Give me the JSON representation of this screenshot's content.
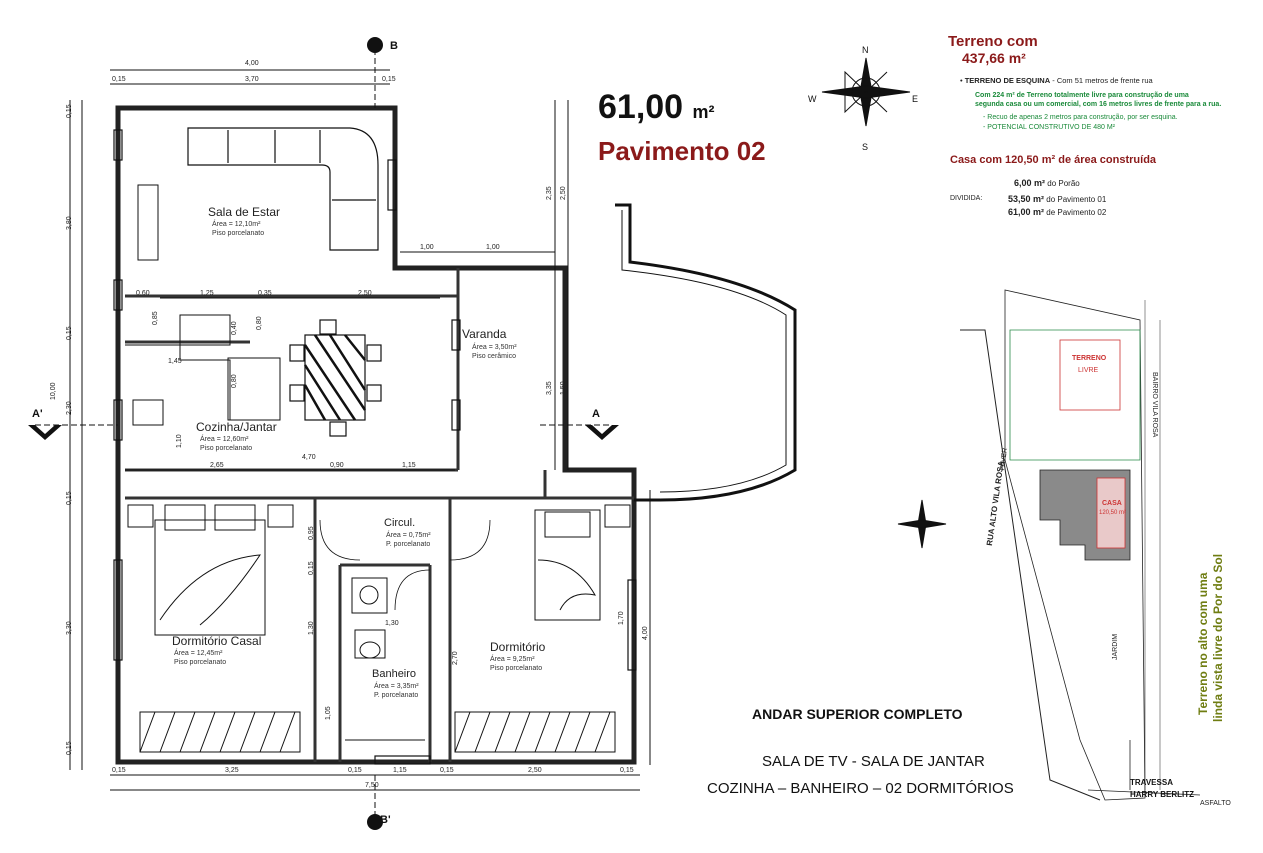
{
  "header": {
    "area_value": "61,00",
    "area_unit": "m²",
    "pavement": "Pavimento  02"
  },
  "terrain": {
    "title": "Terreno com",
    "area": "437,66 m²",
    "bullet_title": "TERRENO DE ESQUINA",
    "bullet_rest": " - Com 51 metros de frente rua",
    "green_line1": "Com 224 m² de Terreno totalmente livre para construção de uma",
    "green_line2": "segunda casa ou um comercial, com 16 metros livres de frente para a rua.",
    "green_line3": "- Recuo de apenas 2 metros para construção, por ser esquina.",
    "green_line4": "- POTENCIAL CONSTRUTIVO DE 480 M²"
  },
  "house": {
    "summary": "Casa com 120,50 m² de área construída",
    "divided_label": "DIVIDIDA:",
    "rows": [
      {
        "value": "6,00 m²",
        "text": "do Porão"
      },
      {
        "value": "53,50 m²",
        "text": "do Pavimento 01"
      },
      {
        "value": "61,00 m²",
        "text": "de Pavimento 02"
      }
    ]
  },
  "summary": {
    "title": "ANDAR  SUPERIOR  COMPLETO",
    "line1": "SALA DE TV - SALA DE JANTAR",
    "line2": "COZINHA – BANHEIRO – 02 DORMITÓRIOS"
  },
  "compass": {
    "n": "N",
    "s": "S",
    "e": "E",
    "w": "W"
  },
  "rooms": [
    {
      "name": "Sala de Estar",
      "area": "Área = 12,10m²",
      "floor": "Piso porcelanato"
    },
    {
      "name": "Varanda",
      "area": "Área = 3,50m²",
      "floor": "Piso cerâmico"
    },
    {
      "name": "Cozinha/Jantar",
      "area": "Área = 12,60m²",
      "floor": "Piso porcelanato"
    },
    {
      "name": "Circul.",
      "area": "Área = 0,75m²",
      "floor": "P. porcelanato"
    },
    {
      "name": "Dormitório Casal",
      "area": "Área = 12,45m²",
      "floor": "Piso porcelanato"
    },
    {
      "name": "Dormitório",
      "area": "Área = 9,25m²",
      "floor": "Piso porcelanato"
    },
    {
      "name": "Banheiro",
      "area": "Área = 3,35m²",
      "floor": "P. porcelanato"
    }
  ],
  "dimensions": {
    "top_total": "4,00",
    "top_parts": [
      "0,15",
      "3,70",
      "0,15"
    ],
    "bottom_parts": [
      "0,15",
      "3,25",
      "0,15",
      "1,15",
      "0,15",
      "2,50",
      "0,15"
    ],
    "bottom_total": "7,50",
    "mid_row": [
      "0,60",
      "1,25",
      "0,35",
      "2,50"
    ],
    "varanda_row": [
      "1,00",
      "1,00"
    ],
    "kitchen_row": [
      "2,65",
      "0,90",
      "1,15"
    ],
    "kitchen_total": "4,70",
    "left_total": "10,00",
    "left_parts": [
      "0,15",
      "3,80",
      "0,15",
      "2,30",
      "0,15",
      "3,30",
      "0,15"
    ],
    "right_parts": [
      "2,35",
      "2,50",
      "3,35",
      "1,50",
      "4,00"
    ],
    "inner": [
      "0,85",
      "0,40",
      "0,80",
      "0,80",
      "1,45",
      "1,10",
      "0,95",
      "0,15",
      "1,30",
      "1,30",
      "1,05",
      "2,70",
      "1,70"
    ]
  },
  "sections": {
    "a_left": "A'",
    "a_right": "A",
    "b_top": "B",
    "b_bottom": "B'"
  },
  "map": {
    "street_left": "RUA ALTO VILA ROSA",
    "street_left_sub": "PAVER",
    "street_right": "BAIRRO VILA ROSA",
    "street_bottom1": "TRAVESSA",
    "street_bottom2": "HARRY  BERLITZ",
    "street_bottom_sub": "ASFALTO",
    "jardim": "JARDIM",
    "casa_label": "CASA",
    "casa_area": "120,50 m²",
    "terreno_label": "TERRENO",
    "terreno_sub": "LIVRE",
    "vista_line1": "Terreno no alto com uma",
    "vista_line2": "linda vista livre do Por do Sol"
  }
}
